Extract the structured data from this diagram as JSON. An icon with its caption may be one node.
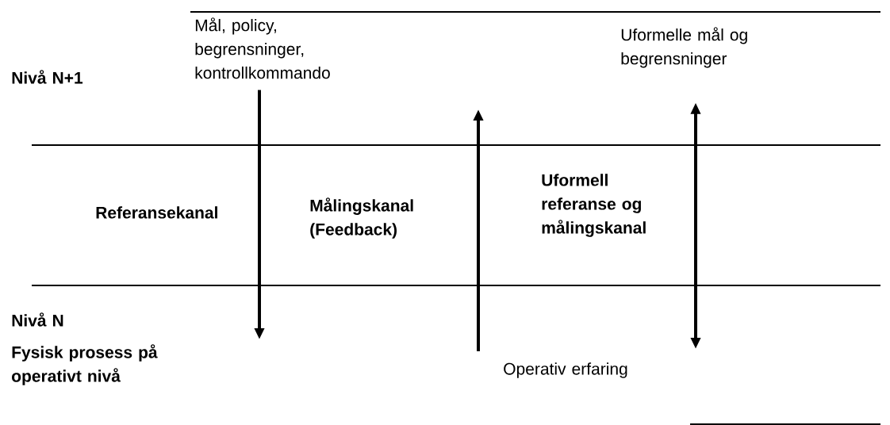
{
  "diagram": {
    "nodes": [
      {
        "text": [
          "Mål, policy, begrensninger, kontrollkommando"
        ]
      },
      {
        "text": [
          "Uformelle mål og begrensninger"
        ]
      },
      {
        "text": [
          "Operativ erfaring"
        ]
      }
    ],
    "edges": [
      {
        "from": 0,
        "to": null,
        "arrow": "to"
      },
      {
        "from": 2,
        "to": null,
        "arrow": "to"
      },
      {
        "from": 1,
        "to": null,
        "arrow": "both"
      }
    ],
    "labels": [
      "Nivå N+1",
      "Referansekanal",
      "Målingskanal (Feedback)",
      "Uformell referanse og målingskanal",
      "Nivå N",
      "Fysisk prosess på operativt nivå"
    ]
  }
}
